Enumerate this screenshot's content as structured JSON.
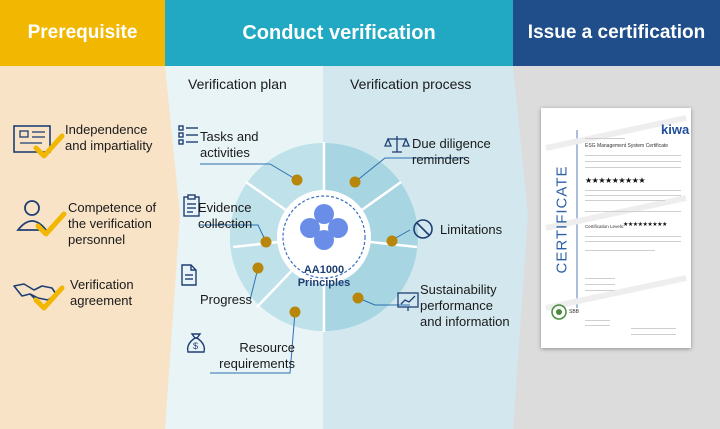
{
  "headers": {
    "prerequisite": "Prerequisite",
    "conduct": "Conduct verification",
    "issue": "Issue a certification"
  },
  "subheaders": {
    "plan": "Verification plan",
    "process": "Verification process"
  },
  "prerequisites": [
    {
      "label": "Independence and impartiality",
      "icon": "document-check-icon"
    },
    {
      "label": "Competence of the verification personnel",
      "icon": "person-check-icon"
    },
    {
      "label": "Verification agreement",
      "icon": "handshake-check-icon"
    }
  ],
  "plan_items": [
    {
      "label": "Tasks and activities",
      "icon": "task-list-icon"
    },
    {
      "label": "Evidence collection",
      "icon": "clipboard-icon"
    },
    {
      "label": "Progress",
      "icon": "document-icon"
    },
    {
      "label": "Resource requirements",
      "icon": "money-bag-icon"
    }
  ],
  "process_items": [
    {
      "label": "Due diligence reminders",
      "icon": "scales-icon"
    },
    {
      "label": "Limitations",
      "icon": "no-entry-icon"
    },
    {
      "label": "Sustainability performance and information",
      "icon": "chart-board-icon"
    }
  ],
  "center": {
    "line1": "AA1000",
    "line2": "Principles"
  },
  "certificate": {
    "brand": "kiwa",
    "title": "ESG Management System Certificate",
    "vertical": "CERTIFICATE",
    "stars_top": "★★★★★★★★★",
    "levels_label": "Certification Levels:",
    "stars_levels": "★★★★★★★★★",
    "seal": "SBB"
  },
  "colors": {
    "prereq_header": "#f2b700",
    "prereq_bg": "#f8e3c7",
    "conduct_header": "#21a9c3",
    "conduct_bg": "#e3f1f4",
    "issue_header": "#1f4e8a",
    "issue_bg": "#dcdcdc",
    "check": "#f2b700",
    "dot": "#b8860b",
    "navy": "#1f3f73"
  }
}
